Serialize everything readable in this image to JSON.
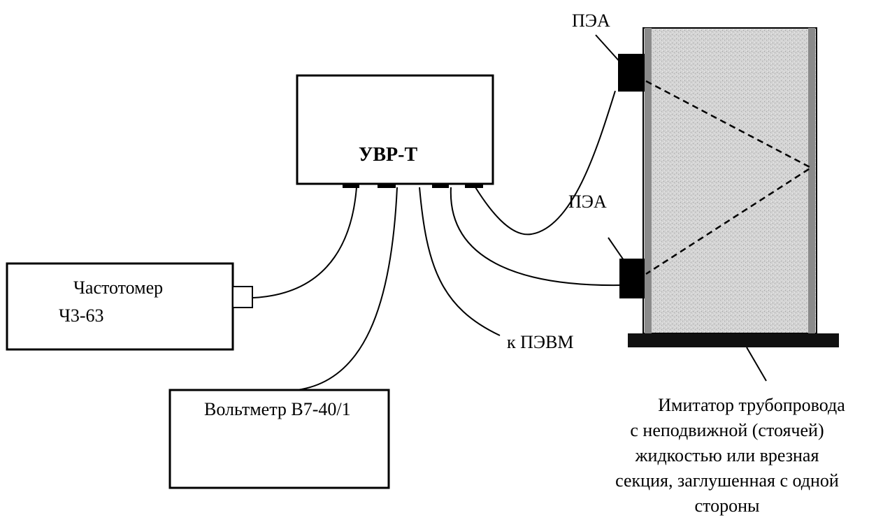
{
  "uvr": {
    "label": "УВР-Т"
  },
  "freq_meter": {
    "line1": "Частотомер",
    "line2": "Ч3-63"
  },
  "voltmeter": {
    "label": "Вольтметр В7-40/1"
  },
  "pc_label": "к ПЭВМ",
  "transducer_top": {
    "label": "ПЭА"
  },
  "transducer_bottom": {
    "label": "ПЭА"
  },
  "pipe_caption": {
    "lines": [
      "Имитатор трубопровода",
      "с неподвижной (стоячей)",
      "жидкостью или врезная",
      "секция, заглушенная с одной",
      "стороны"
    ]
  },
  "colors": {
    "pipe_fill": "#cfcfcf",
    "pipe_edge": "#9a9a9a",
    "line": "#000000"
  }
}
